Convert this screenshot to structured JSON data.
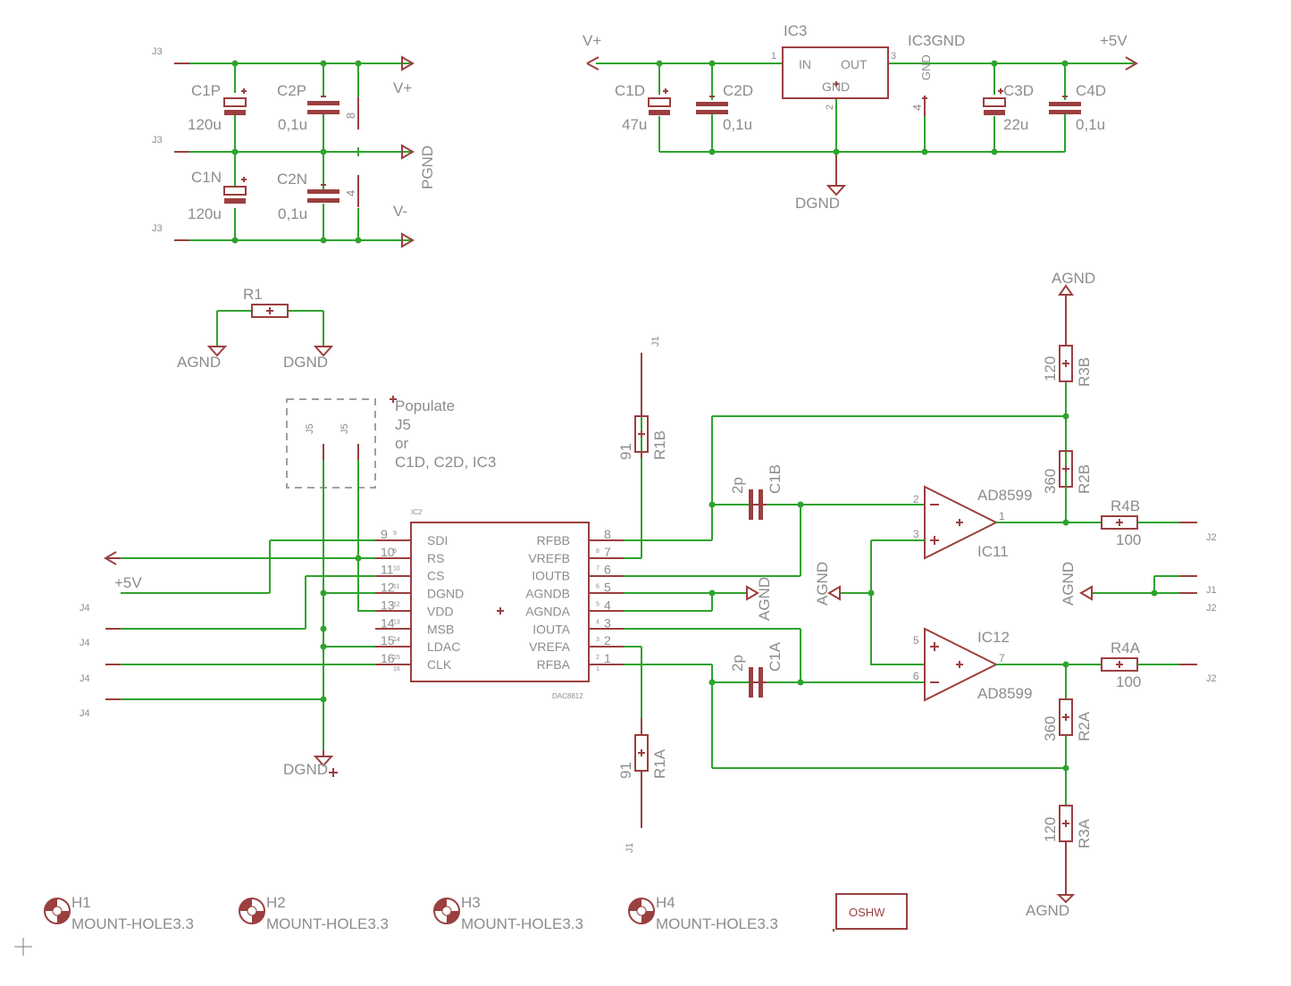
{
  "labels": {
    "j3": "J3",
    "j1": "J1",
    "j2": "J2",
    "j4": "J4",
    "j5": "J5",
    "vplus": "V+",
    "vminus": "V-",
    "pgnd": "PGND",
    "plus5v": "+5V",
    "dgnd": "DGND",
    "agnd": "AGND",
    "ic3gnd": "IC3GND",
    "ic3": "IC3",
    "in": "IN",
    "out": "OUT",
    "gnd": "GND",
    "populate": "Populate",
    "populate_j5": "J5",
    "populate_or": "or",
    "populate_parts": "C1D, C2D, IC3",
    "ic2": "IC2",
    "dac": "DAC8812",
    "ic11": "IC11",
    "ic12": "IC12",
    "ad8599": "AD8599",
    "oshw": "OSHW"
  },
  "components": {
    "C1P": {
      "ref": "C1P",
      "value": "120u"
    },
    "C2P": {
      "ref": "C2P",
      "value": "0,1u"
    },
    "C1N": {
      "ref": "C1N",
      "value": "120u"
    },
    "C2N": {
      "ref": "C2N",
      "value": "0,1u"
    },
    "C1D": {
      "ref": "C1D",
      "value": "47u"
    },
    "C2D": {
      "ref": "C2D",
      "value": "0,1u"
    },
    "C3D": {
      "ref": "C3D",
      "value": "22u"
    },
    "C4D": {
      "ref": "C4D",
      "value": "0,1u"
    },
    "R1": {
      "ref": "R1"
    },
    "R1B": {
      "ref": "R1B",
      "value": "91"
    },
    "R1A": {
      "ref": "R1A",
      "value": "91"
    },
    "C1B": {
      "ref": "C1B",
      "value": "2p"
    },
    "C1A": {
      "ref": "C1A",
      "value": "2p"
    },
    "R3B": {
      "ref": "R3B",
      "value": "120"
    },
    "R2B": {
      "ref": "R2B",
      "value": "360"
    },
    "R4B": {
      "ref": "R4B",
      "value": "100"
    },
    "R4A": {
      "ref": "R4A",
      "value": "100"
    },
    "R2A": {
      "ref": "R2A",
      "value": "360"
    },
    "R3A": {
      "ref": "R3A",
      "value": "120"
    }
  },
  "pins": {
    "ic3_in": "1",
    "ic3_gnd": "2",
    "ic3_out": "3",
    "j3_8": "8",
    "j3_4": "4",
    "ic3gnd_4": "4",
    "op_b_minus": "2",
    "op_b_plus": "3",
    "op_b_out": "1",
    "op_a_plus": "5",
    "op_a_minus": "6",
    "op_a_out": "7"
  },
  "ic2_left": [
    {
      "name": "SDI",
      "num": "9",
      "small": "9"
    },
    {
      "name": "RS",
      "num": "10",
      "small": "9"
    },
    {
      "name": "CS",
      "num": "11",
      "small": "10"
    },
    {
      "name": "DGND",
      "num": "12",
      "small": "11"
    },
    {
      "name": "VDD",
      "num": "13",
      "small": "12"
    },
    {
      "name": "MSB",
      "num": "14",
      "small": "13"
    },
    {
      "name": "LDAC",
      "num": "15",
      "small": "14"
    },
    {
      "name": "CLK",
      "num": "16",
      "small": "15"
    }
  ],
  "ic2_left_last_small": "16",
  "ic2_right": [
    {
      "name": "RFBB",
      "num": "8",
      "small": ""
    },
    {
      "name": "VREFB",
      "num": "7",
      "small": "8"
    },
    {
      "name": "IOUTB",
      "num": "6",
      "small": "7"
    },
    {
      "name": "AGNDB",
      "num": "5",
      "small": "6"
    },
    {
      "name": "AGNDA",
      "num": "4",
      "small": "5"
    },
    {
      "name": "IOUTA",
      "num": "3",
      "small": "4"
    },
    {
      "name": "VREFA",
      "num": "2",
      "small": "3"
    },
    {
      "name": "RFBA",
      "num": "1",
      "small": "2"
    }
  ],
  "ic2_right_last_small": "1",
  "mount_holes": [
    {
      "ref": "H1",
      "value": "MOUNT-HOLE3.3"
    },
    {
      "ref": "H2",
      "value": "MOUNT-HOLE3.3"
    },
    {
      "ref": "H3",
      "value": "MOUNT-HOLE3.3"
    },
    {
      "ref": "H4",
      "value": "MOUNT-HOLE3.3"
    }
  ]
}
